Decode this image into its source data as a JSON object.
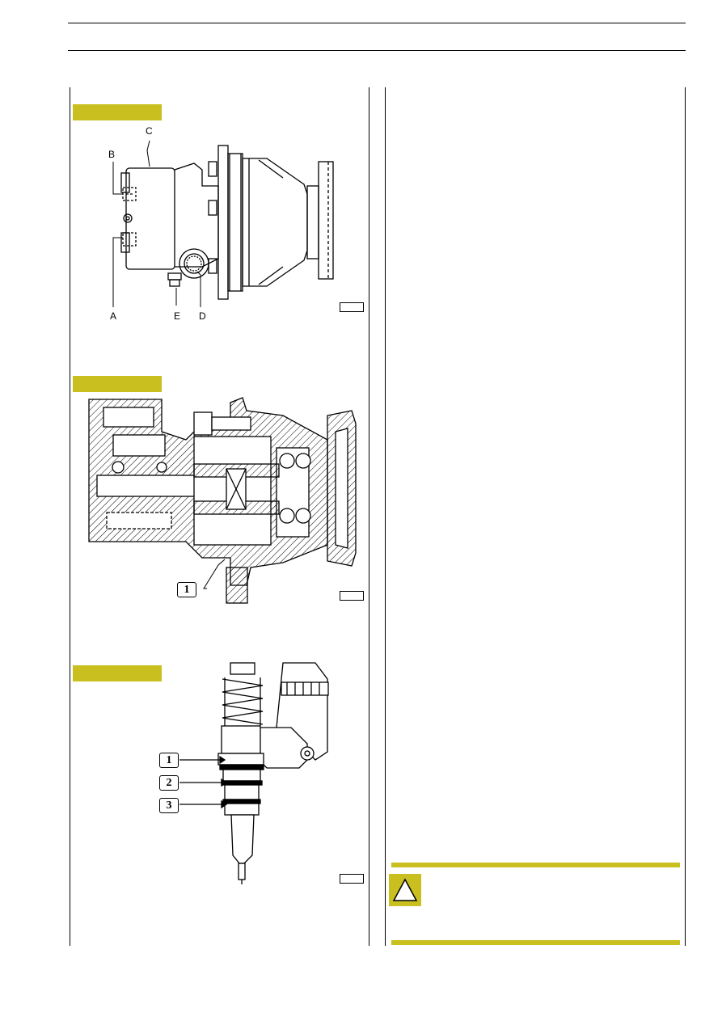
{
  "figure1": {
    "labels": {
      "A": "A",
      "B": "B",
      "C": "C",
      "D": "D",
      "E": "E"
    }
  },
  "figure2": {
    "callout": "1"
  },
  "figure3": {
    "callouts": [
      "1",
      "2",
      "3"
    ]
  },
  "colors": {
    "banner": "#c9bf1f"
  },
  "warning": {
    "icon": "warning-triangle-icon"
  }
}
